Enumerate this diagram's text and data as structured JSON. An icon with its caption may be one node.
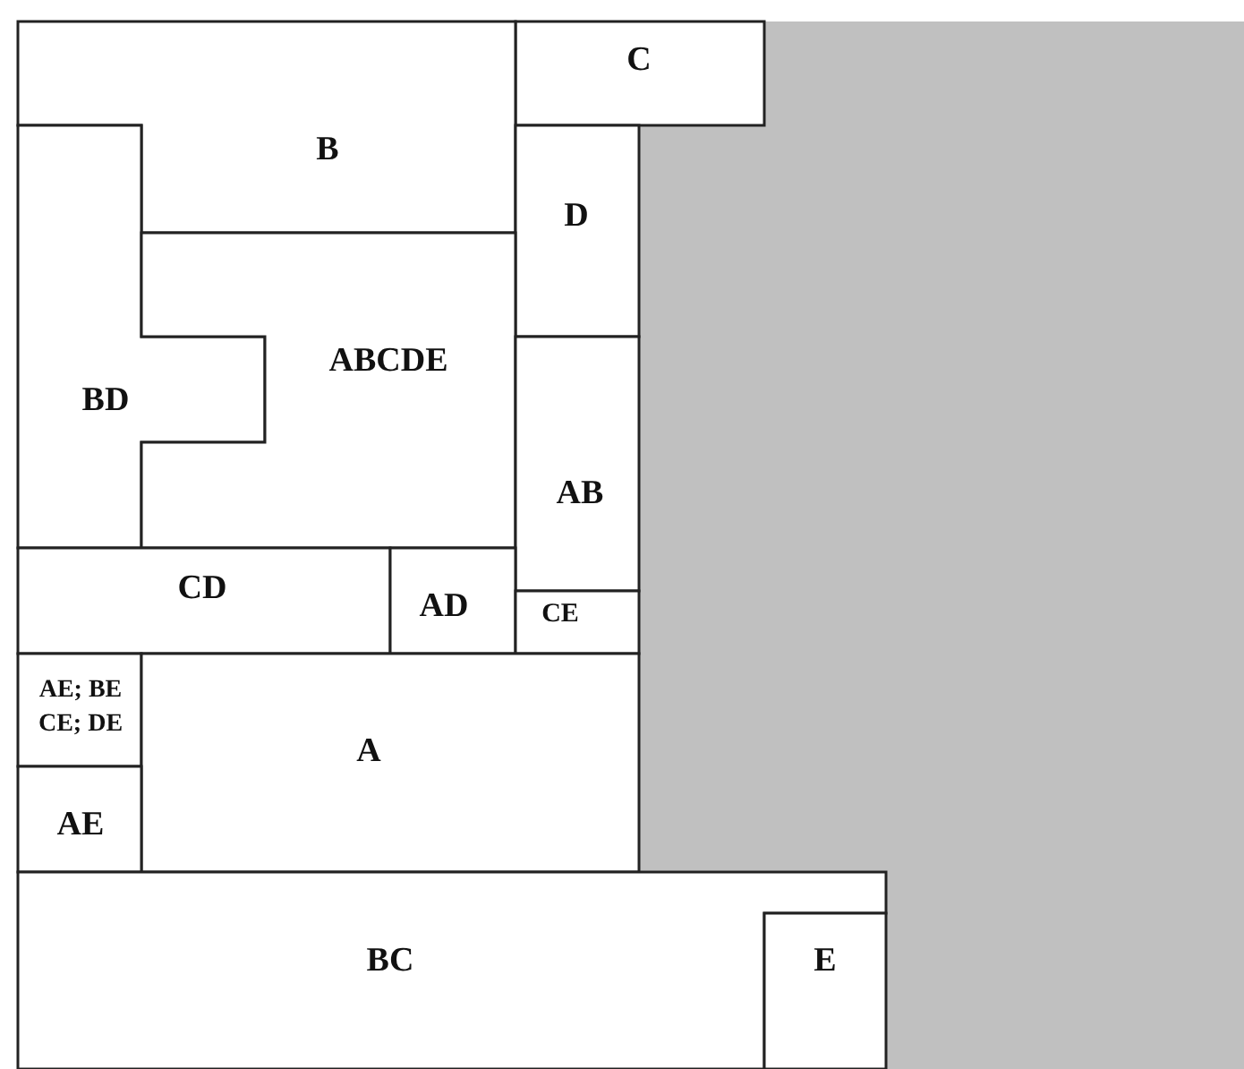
{
  "diagram": {
    "nodes": [
      {
        "text": [
          "C"
        ]
      },
      {
        "text": [
          "B"
        ]
      },
      {
        "text": [
          "D"
        ]
      },
      {
        "text": [
          "BD"
        ]
      },
      {
        "text": [
          "ABCDE"
        ]
      },
      {
        "text": [
          "AB"
        ]
      },
      {
        "text": [
          "CD"
        ]
      },
      {
        "text": [
          "AD"
        ]
      },
      {
        "text": [
          "CE"
        ]
      },
      {
        "text": [
          "AE; BE CE; DE"
        ]
      },
      {
        "text": [
          "A"
        ]
      },
      {
        "text": [
          "AE"
        ]
      },
      {
        "text": [
          "BC"
        ]
      },
      {
        "text": [
          "E"
        ]
      }
    ]
  }
}
